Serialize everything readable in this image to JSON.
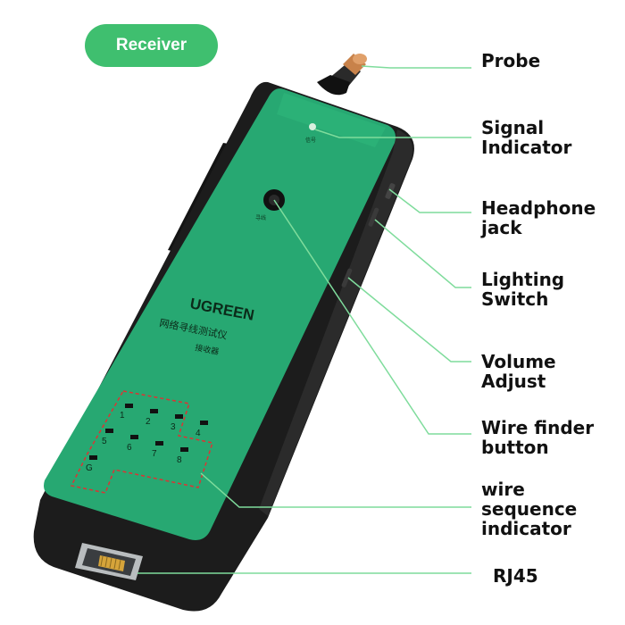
{
  "badge": {
    "text": "Receiver"
  },
  "device": {
    "brand": "UGREEN",
    "model_cn": "网络寻线测试仪",
    "sub_cn": "接收器",
    "signal_cn": "信号",
    "find_cn": "寻线",
    "pin_numbers": [
      "1",
      "2",
      "3",
      "4",
      "5",
      "6",
      "7",
      "8",
      "G"
    ]
  },
  "labels": {
    "probe": "Probe",
    "signal": "Signal\nIndicator",
    "headphone": "Headphone\njack",
    "lighting": "Lighting\nSwitch",
    "volume": "Volume\nAdjust",
    "wirefinder": "Wire finder\nbutton",
    "sequence": "wire\nsequence\nindicator",
    "rj45": "RJ45"
  },
  "colors": {
    "accent": "#3fbf6f",
    "panel": "#27a872",
    "body": "#1c1c1c",
    "line": "#7fdc9c"
  }
}
